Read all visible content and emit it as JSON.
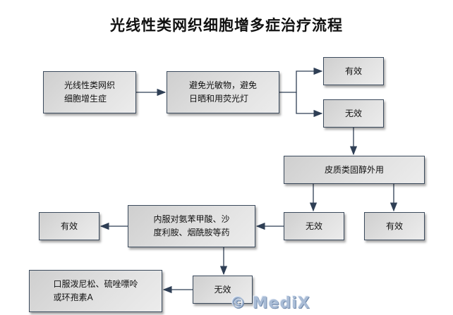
{
  "title": "光线性类网织细胞增多症治疗流程",
  "nodes": {
    "disease": "光线性类网织\n细胞增生症",
    "avoid": "避免光敏物，避免\n日晒和用荧光灯",
    "avoid_effective": "有效",
    "avoid_ineffective": "无效",
    "steroid": "皮质类固醇外用",
    "steroid_ineffective": "无效",
    "steroid_effective": "有效",
    "oral": "内服对氨苯甲酸、沙\n度利胺、烟酰胺等药",
    "oral_effective": "有效",
    "oral_ineffective": "无效",
    "final": "口服泼尼松、硫唑嘌呤\n或环孢素A"
  },
  "watermark": "© MediX"
}
